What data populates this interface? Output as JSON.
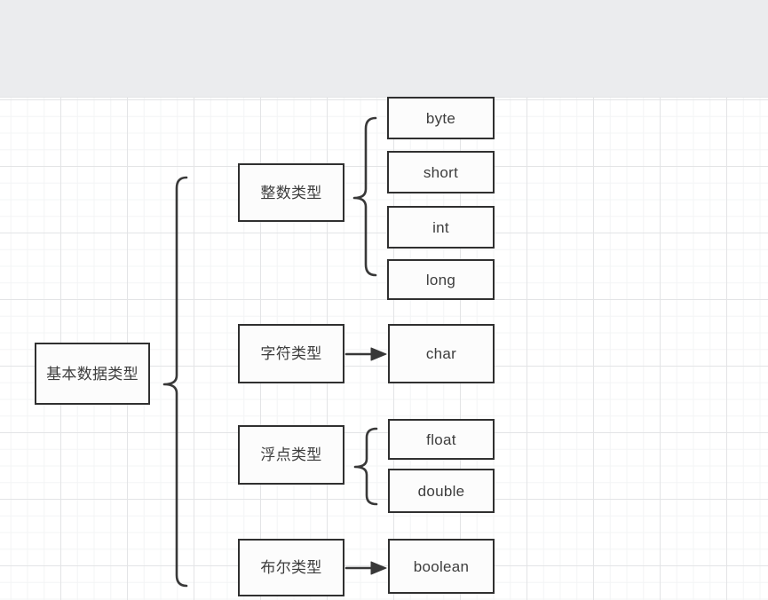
{
  "colors": {
    "header_bg": "#ebecee",
    "canvas_bg": "#ffffff",
    "grid_major": "#e3e4e6",
    "grid_minor": "#f3f4f5",
    "node_border": "#303030",
    "node_fill": "#fcfcfc",
    "node_text": "#3d3d3d",
    "connector": "#383838"
  },
  "diagram": {
    "root": {
      "label": "基本数据类型"
    },
    "branches": [
      {
        "label": "整数类型",
        "connector": "brace",
        "children": [
          "byte",
          "short",
          "int",
          "long"
        ]
      },
      {
        "label": "字符类型",
        "connector": "arrow",
        "children": [
          "char"
        ]
      },
      {
        "label": "浮点类型",
        "connector": "brace",
        "children": [
          "float",
          "double"
        ]
      },
      {
        "label": "布尔类型",
        "connector": "arrow",
        "children": [
          "boolean"
        ]
      }
    ]
  }
}
